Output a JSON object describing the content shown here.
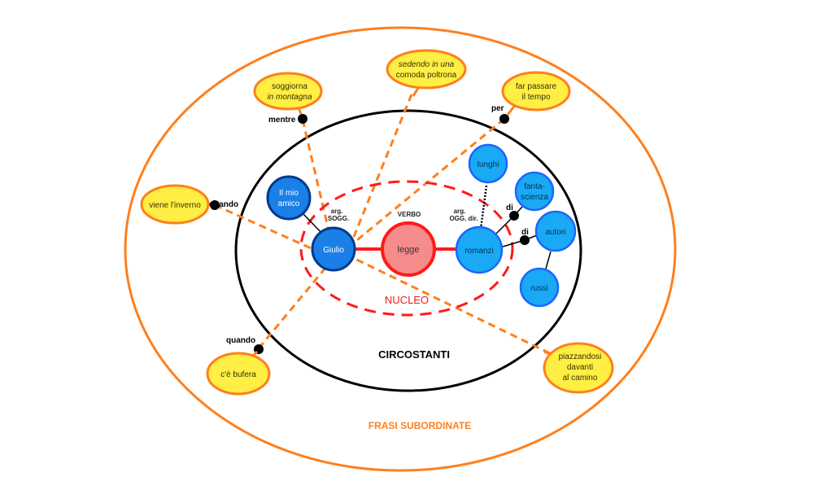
{
  "colors": {
    "orange": "#ff7f1c",
    "red": "#ff1a1a",
    "black": "#000000",
    "yellow_fill": "#ffee44",
    "blue_dark_fill": "#1a7fe6",
    "blue_dark_stroke": "#003a8c",
    "blue_light_fill": "#1aa9f5",
    "blue_light_stroke": "#1a66ff",
    "verb_fill": "#f58b8b",
    "verb_stroke": "#ff1a1a"
  },
  "labels": {
    "outer_region": "FRASI SUBORDINATE",
    "middle_region": "CIRCOSTANTI",
    "inner_region": "NUCLEO",
    "verb_role": "VERBO",
    "subject_role_line1": "arg.",
    "subject_role_line2": "SOGG.",
    "object_role_line1": "arg.",
    "object_role_line2": "OGG. dir."
  },
  "nucleus": {
    "subject": "Giulio",
    "verb": "legge",
    "object": "romanzi"
  },
  "circumstantials": [
    {
      "id": "il-mio-amico",
      "lines": [
        "Il mio",
        "amico"
      ],
      "style": "dark"
    },
    {
      "id": "lunghi",
      "lines": [
        "lunghi"
      ],
      "style": "light"
    },
    {
      "id": "fantascienza",
      "lines": [
        "fanta-",
        "scienza"
      ],
      "style": "light"
    },
    {
      "id": "autori",
      "lines": [
        "autori"
      ],
      "style": "light"
    },
    {
      "id": "russi",
      "lines": [
        "russi"
      ],
      "style": "light"
    }
  ],
  "prepositions": {
    "di_1": "di",
    "di_2": "di"
  },
  "subordinates": [
    {
      "id": "soggiorna",
      "lines": [
        "soggiorna",
        "in montagna"
      ],
      "connector": "mentre"
    },
    {
      "id": "sedendo",
      "lines": [
        "sedendo in una",
        "comoda poltrona"
      ],
      "connector": ""
    },
    {
      "id": "far-passare",
      "lines": [
        "far passare",
        "il tempo"
      ],
      "connector": "per"
    },
    {
      "id": "viene-inverno",
      "lines": [
        "viene l'inverno"
      ],
      "connector": "quando"
    },
    {
      "id": "bufera",
      "lines": [
        "c'è bufera"
      ],
      "connector": "quando"
    },
    {
      "id": "piazzandosi",
      "lines": [
        "piazzandosi",
        "davanti",
        "al camino"
      ],
      "connector": ""
    }
  ]
}
